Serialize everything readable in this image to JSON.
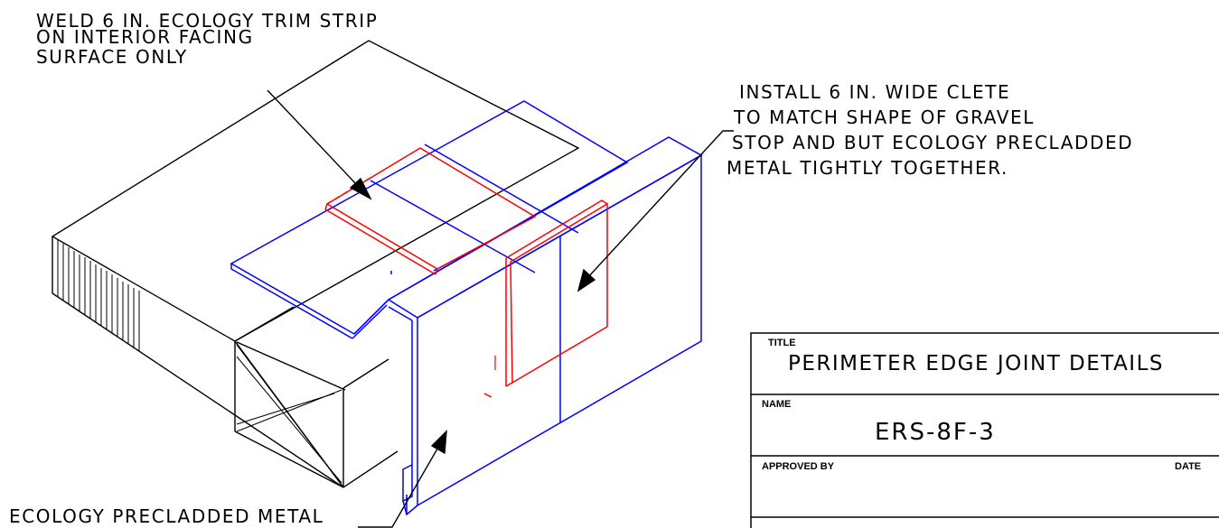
{
  "notes": {
    "weld": [
      "WELD 6 IN. ECOLOGY TRIM STRIP",
      "ON INTERIOR FACING",
      "SURFACE ONLY"
    ],
    "clete": [
      "INSTALL 6 IN. WIDE CLETE",
      "TO MATCH SHAPE OF GRAVEL",
      "STOP AND BUT ECOLOGY PRECLADDED",
      "METAL TIGHTLY TOGETHER."
    ],
    "metal": "ECOLOGY PRECLADDED METAL"
  },
  "title_block": {
    "title_label": "TITLE",
    "title_value": "PERIMETER EDGE JOINT DETAILS",
    "name_label": "NAME",
    "name_value": "ERS-8F-3",
    "approved_label": "APPROVED BY",
    "date_label": "DATE"
  },
  "colors": {
    "outline": "#000000",
    "flashing": "#0000ff",
    "trim": "#ff0000"
  }
}
